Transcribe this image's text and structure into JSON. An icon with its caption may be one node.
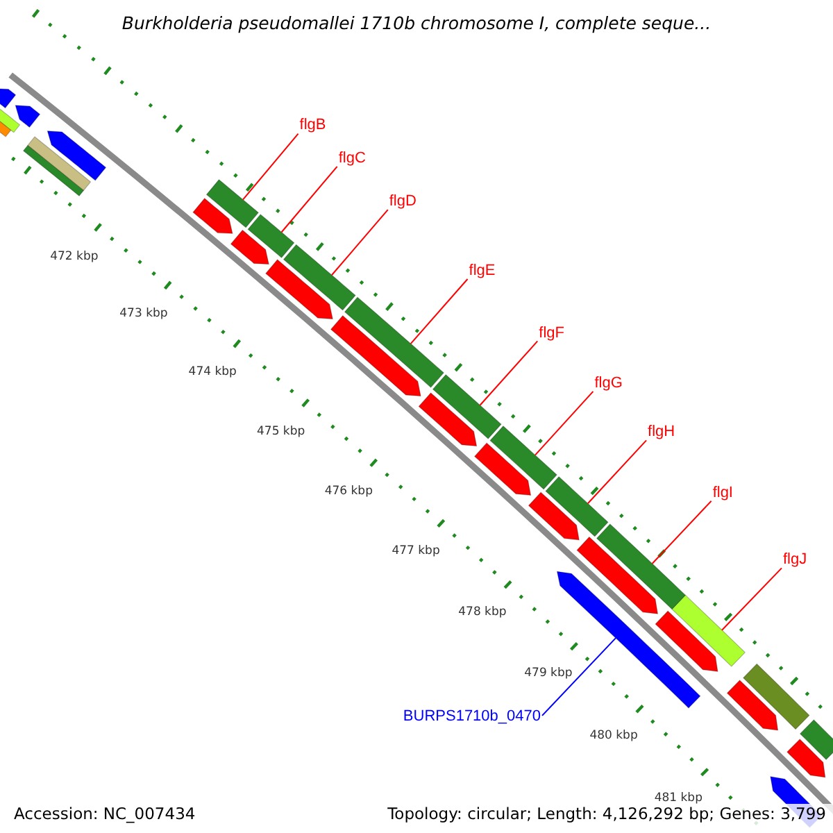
{
  "diagram": {
    "title": "Burkholderia pseudomallei 1710b chromosome I, complete seque...",
    "nodes": [
      {
        "text": [
          "flgB"
        ]
      },
      {
        "text": [
          "flgC"
        ]
      },
      {
        "text": [
          "flgD"
        ]
      },
      {
        "text": [
          "flgE"
        ]
      },
      {
        "text": [
          "flgF"
        ]
      },
      {
        "text": [
          "flgG"
        ]
      },
      {
        "text": [
          "flgH"
        ]
      },
      {
        "text": [
          "flgI"
        ]
      },
      {
        "text": [
          "flgJ"
        ]
      },
      {
        "text": [
          "BURPS1710b_0470"
        ]
      },
      {
        "text": [],
        "shape": "bar"
      },
      {
        "text": [],
        "shape": "bar"
      },
      {
        "text": [],
        "shape": "bar"
      },
      {
        "text": [],
        "shape": "bar"
      },
      {
        "text": [],
        "shape": "bar"
      },
      {
        "text": [],
        "shape": "bar"
      },
      {
        "text": [],
        "shape": "bar"
      },
      {
        "text": [],
        "shape": "bar"
      },
      {
        "text": [],
        "shape": "bar"
      },
      {
        "text": [],
        "shape": "arrow"
      },
      {
        "text": [],
        "shape": "bar"
      },
      {
        "text": [],
        "shape": "bar"
      },
      {
        "text": [],
        "shape": "arrow"
      },
      {
        "text": [],
        "shape": "arrow"
      },
      {
        "text": [],
        "shape": "arrow"
      },
      {
        "text": [],
        "shape": "arrow"
      },
      {
        "text": [],
        "shape": "arrow"
      },
      {
        "text": [],
        "shape": "arrow"
      },
      {
        "text": [],
        "shape": "arrow"
      },
      {
        "text": [],
        "shape": "arrow"
      },
      {
        "text": [],
        "shape": "arrow"
      },
      {
        "text": [],
        "shape": "arrow"
      },
      {
        "text": [],
        "shape": "arrow"
      },
      {
        "text": [],
        "shape": "arrow"
      },
      {
        "text": [],
        "shape": "arrow"
      },
      {
        "text": [],
        "shape": "arrow"
      },
      {
        "text": [],
        "shape": "arrow"
      },
      {
        "text": [],
        "shape": "bar"
      },
      {
        "text": [],
        "shape": "bar"
      },
      {
        "text": [],
        "shape": "bar"
      },
      {
        "text": [],
        "shape": "bar"
      }
    ],
    "edges": [
      {
        "from": 0,
        "to": 10,
        "arrow": "none"
      },
      {
        "from": 1,
        "to": 11,
        "arrow": "none"
      },
      {
        "from": 2,
        "to": 12,
        "arrow": "none"
      },
      {
        "from": 3,
        "to": 13,
        "arrow": "none"
      },
      {
        "from": 4,
        "to": 14,
        "arrow": "none"
      },
      {
        "from": 5,
        "to": 15,
        "arrow": "none"
      },
      {
        "from": 6,
        "to": 16,
        "arrow": "none"
      },
      {
        "from": 7,
        "to": 17,
        "arrow": "none"
      },
      {
        "from": 8,
        "to": 18,
        "arrow": "none"
      },
      {
        "from": 9,
        "to": 19,
        "arrow": "none",
        "color": "#0000ff"
      }
    ],
    "labels": [
      "472 kbp",
      "473 kbp",
      "474 kbp",
      "475 kbp",
      "476 kbp",
      "477 kbp",
      "478 kbp",
      "479 kbp",
      "480 kbp",
      "481 kbp",
      "Accession: NC_007434",
      "Topology: circular; Length: 4,126,292 bp; Genes: 3,799"
    ]
  }
}
